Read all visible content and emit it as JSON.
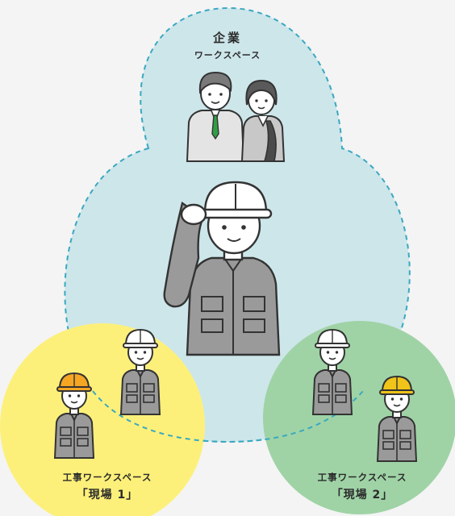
{
  "corporate": {
    "title": "企業",
    "subtitle": "ワークスペース"
  },
  "site1": {
    "title": "工事ワークスペース",
    "subtitle": "「現場 1」"
  },
  "site2": {
    "title": "工事ワークスペース",
    "subtitle": "「現場 2」"
  },
  "colors": {
    "page_background": "#f4f4f4",
    "corporate_area": "#cde6ea",
    "corporate_border": "#3aa8c0",
    "site1_area": "#fdf07a",
    "site2_area": "#9fd3a6",
    "workwear": "#9a9a9a",
    "helmet_white": "#ffffff",
    "helmet_orange": "#f5a623",
    "helmet_yellow": "#f0c419",
    "tie_green": "#2f9e44"
  }
}
